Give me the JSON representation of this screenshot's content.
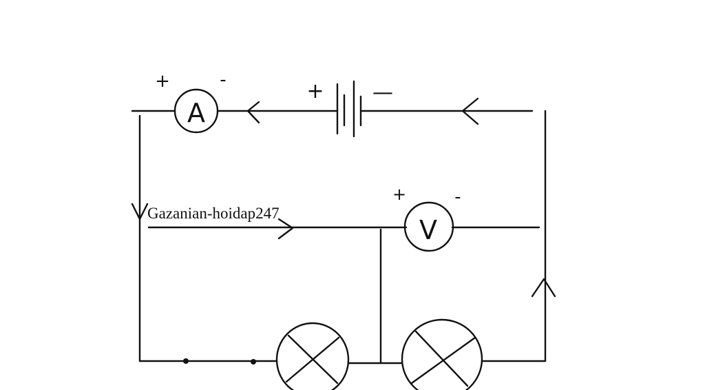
{
  "diagram": {
    "ammeter": {
      "symbol": "A",
      "plus": "+",
      "minus": "-"
    },
    "battery": {
      "plus": "+",
      "minus": "—"
    },
    "voltmeter": {
      "symbol": "V",
      "plus": "+",
      "minus": "-"
    },
    "watermark": "Gazanian-hoidap247"
  }
}
